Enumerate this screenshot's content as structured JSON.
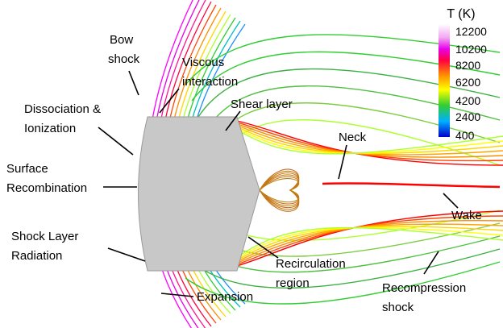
{
  "legend": {
    "title": "T (K)",
    "ticks": [
      "12200",
      "10200",
      "8200",
      "6200",
      "4200",
      "2400",
      "400"
    ]
  },
  "labels": {
    "bow_shock_1": "Bow",
    "bow_shock_2": "shock",
    "viscous_1": "Viscous",
    "viscous_2": "interaction",
    "dissociation_1": "Dissociation &",
    "dissociation_2": "Ionization",
    "shear_layer": "Shear layer",
    "neck": "Neck",
    "surface_1": "Surface",
    "surface_2": "Recombination",
    "wake": "Wake",
    "shock_layer_1": "Shock Layer",
    "shock_layer_2": "Radiation",
    "recirc_1": "Recirculation",
    "recirc_2": "region",
    "recompression_1": "Recompression",
    "recompression_2": "shock",
    "expansion": "Expansion"
  },
  "colors": {
    "body": "#c8c8c8",
    "hot": "#ff00ff",
    "warm": "#ff8c00",
    "mid": "#ffd700",
    "cool": "#32cd32",
    "cold": "#1e90ff"
  }
}
